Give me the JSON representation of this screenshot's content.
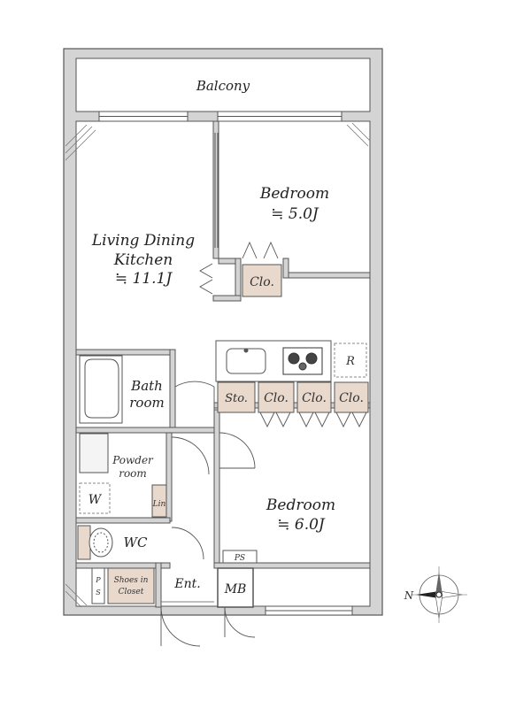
{
  "plan": {
    "balcony": "Balcony",
    "ldk": {
      "line1": "Living Dining",
      "line2": "Kitchen",
      "size": "≒ 11.1J"
    },
    "bedroom_north": {
      "name": "Bedroom",
      "size": "≒ 5.0J"
    },
    "bedroom_south": {
      "name": "Bedroom",
      "size": "≒ 6.0J"
    },
    "bath": {
      "line1": "Bath",
      "line2": "room"
    },
    "powder": {
      "line1": "Powder",
      "line2": "room"
    },
    "wc": "WC",
    "washer": "W",
    "linen": "Lin",
    "storage": "Sto.",
    "closets": [
      "Clo.",
      "Clo.",
      "Clo.",
      "Clo."
    ],
    "fridge": "R",
    "shoes": {
      "line1": "Shoes in",
      "line2": "Closet"
    },
    "entrance": "Ent.",
    "meter_box": "MB",
    "pipe_space_bottom": "PS",
    "pipe_space_left": {
      "line1": "P",
      "line2": "S"
    }
  },
  "compass": {
    "north": "N"
  },
  "colors": {
    "wall": "#d4d4d4",
    "wall_stroke": "#555555",
    "storage_fill": "#e8d9cc",
    "dark": "#444444"
  }
}
